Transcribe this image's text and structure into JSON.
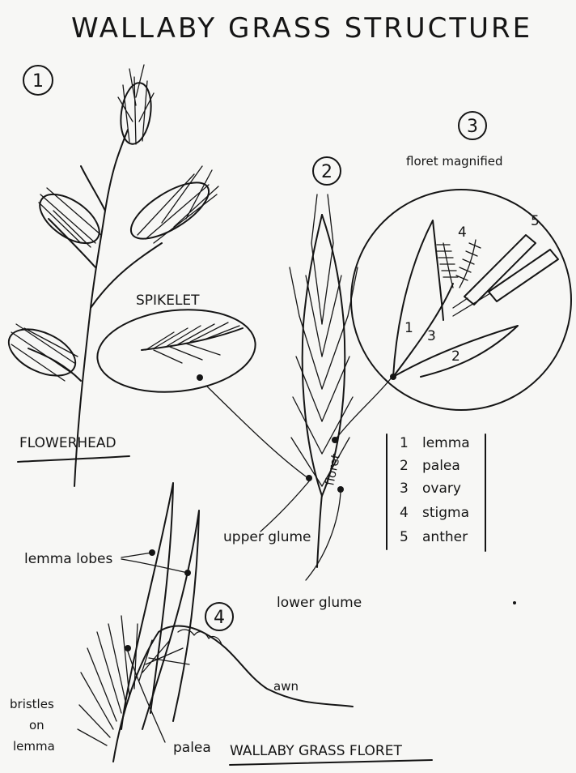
{
  "title": "WALLABY GRASS STRUCTURE",
  "panels": {
    "p1": {
      "number": "1",
      "caption": "FLOWERHEAD",
      "spikelet_label": "SPIKELET"
    },
    "p2": {
      "number": "2",
      "labels": {
        "floret": "floret",
        "upper_glume": "upper glume",
        "lower_glume": "lower glume"
      }
    },
    "p3": {
      "number": "3",
      "heading": "floret magnified",
      "part_numbers": [
        "1",
        "2",
        "3",
        "4",
        "5"
      ],
      "legend": [
        {
          "num": "1",
          "name": "lemma"
        },
        {
          "num": "2",
          "name": "palea"
        },
        {
          "num": "3",
          "name": "ovary"
        },
        {
          "num": "4",
          "name": "stigma"
        },
        {
          "num": "5",
          "name": "anther"
        }
      ]
    },
    "p4": {
      "number": "4",
      "caption": "WALLABY GRASS FLORET",
      "labels": {
        "lemma_lobes": "lemma lobes",
        "awn": "awn",
        "bristles_line1": "bristles",
        "bristles_line2": "on",
        "bristles_line3": "lemma",
        "palea": "palea"
      }
    }
  }
}
